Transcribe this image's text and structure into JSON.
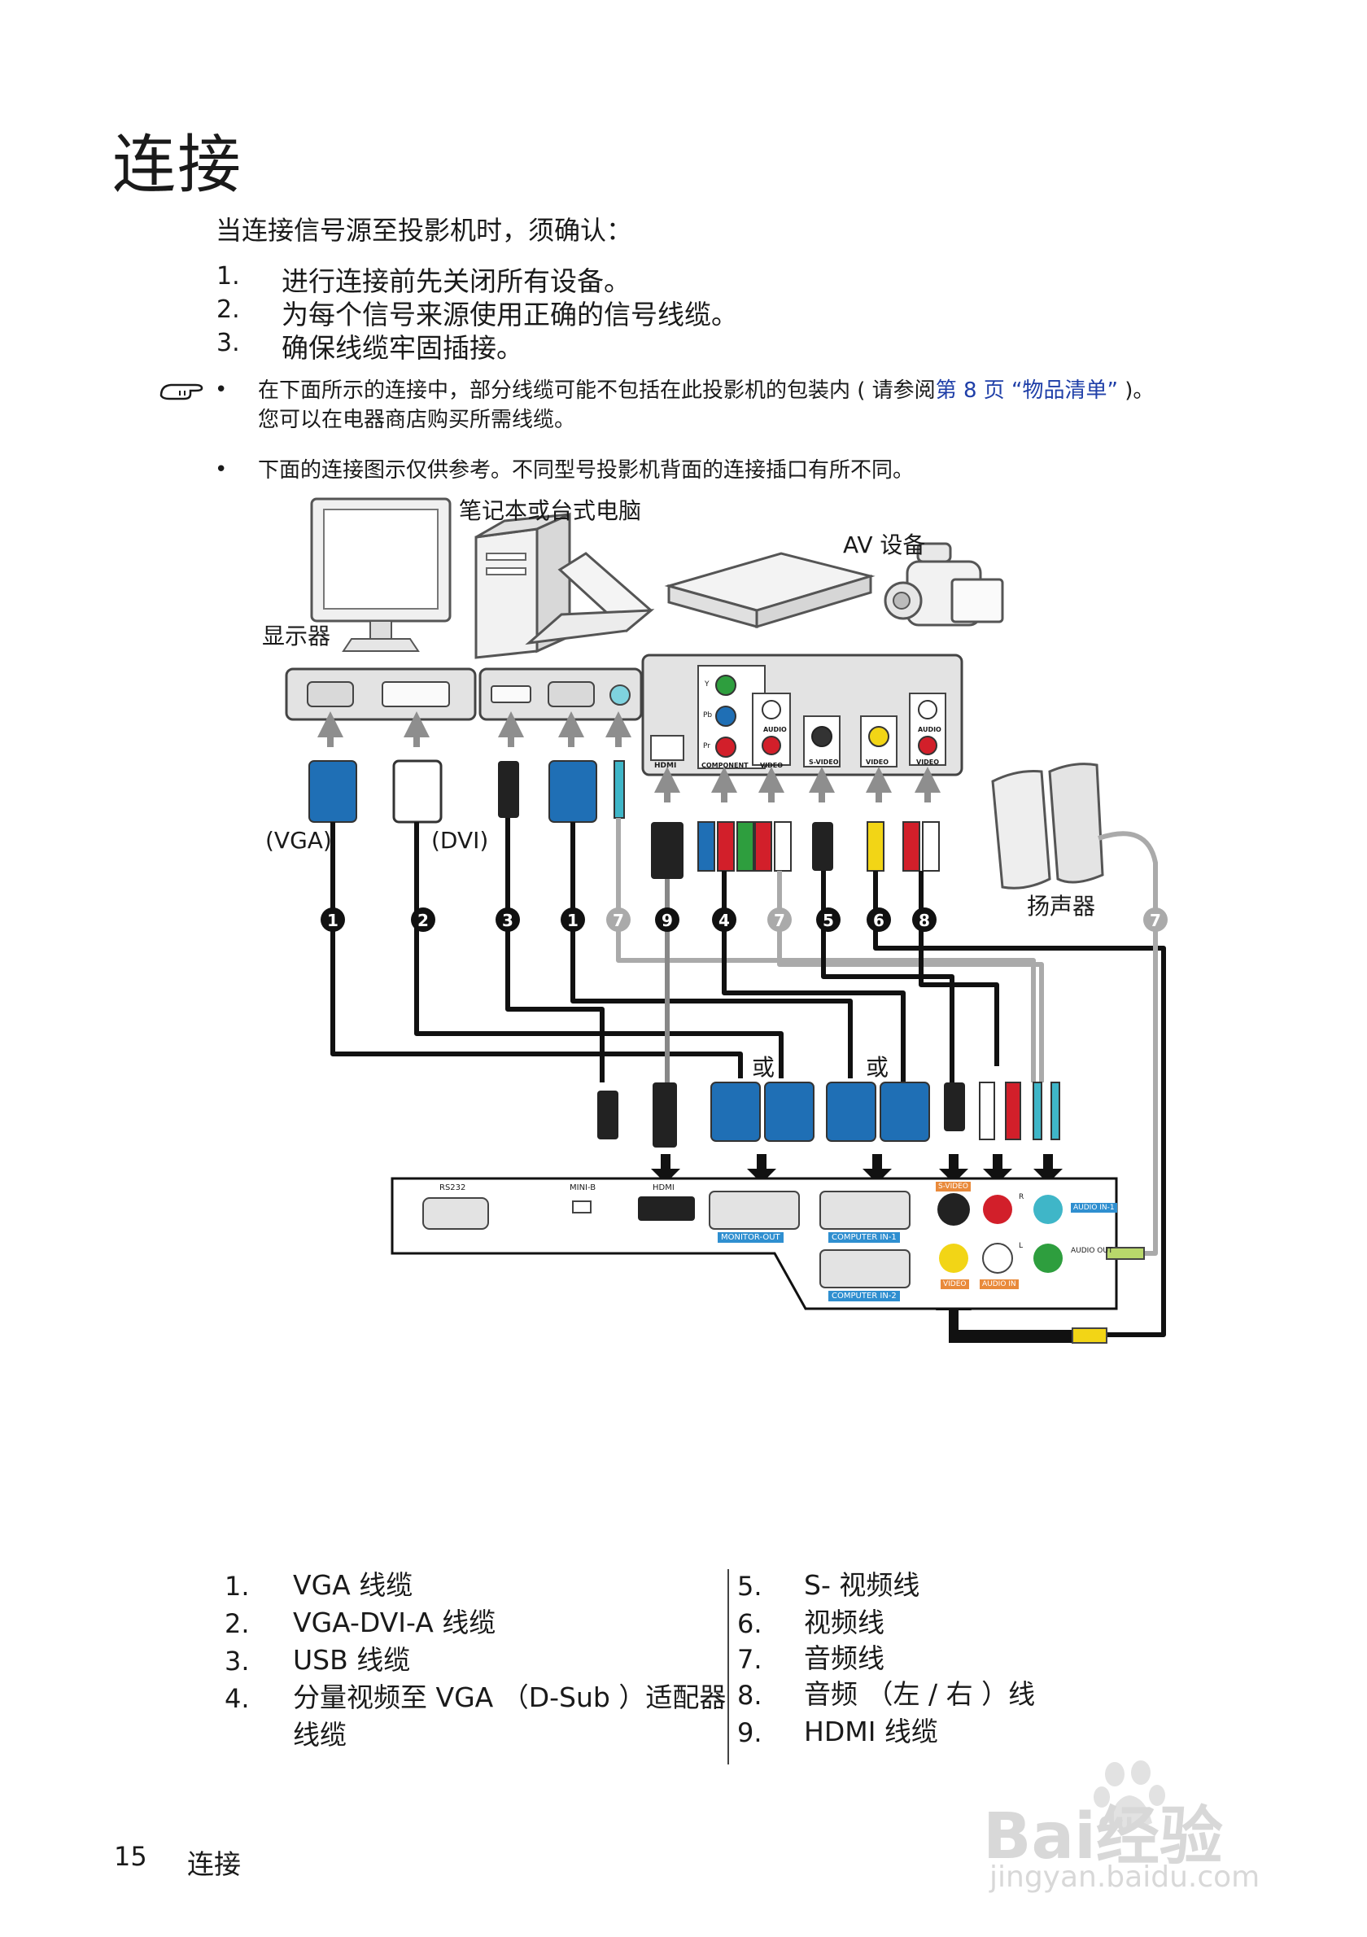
{
  "page": {
    "title": "连接",
    "intro": "当连接信号源至投影机时，须确认：",
    "steps": [
      {
        "num": "1.",
        "text": "进行连接前先关闭所有设备。"
      },
      {
        "num": "2.",
        "text": "为每个信号来源使用正确的信号线缆。"
      },
      {
        "num": "3.",
        "text": "确保线缆牢固插接。"
      }
    ],
    "notes": {
      "bullet": "•",
      "note1_pre": "在下面所示的连接中，部分线缆可能不包括在此投影机的包装内 ( 请参阅",
      "note1_link": "第 8 页 “物品清单”",
      "note1_post": " )。",
      "note1_line2": "您可以在电器商店购买所需线缆。",
      "note2": "下面的连接图示仅供参考。不同型号投影机背面的连接插口有所不同。"
    }
  },
  "diagram": {
    "labels": {
      "pc": "笔记本或台式电脑",
      "av": "AV 设备",
      "monitor": "显示器",
      "speakers": "扬声器",
      "vga": "(VGA)",
      "dvi": "(DVI)",
      "or1": "或",
      "or2": "或"
    },
    "source_ports": {
      "hdmi": "HDMI",
      "component": "COMPONENT",
      "video": "VIDEO",
      "audio": "AUDIO",
      "svideo": "S-VIDEO",
      "y": "Y",
      "pb": "Pb",
      "pr": "Pr"
    },
    "cable_markers": [
      "1",
      "2",
      "3",
      "1",
      "7",
      "9",
      "4",
      "7",
      "5",
      "6",
      "8",
      "7"
    ],
    "projector_ports": {
      "rs232": "RS232",
      "minib": "MINI-B",
      "hdmi": "HDMI",
      "monitor_out": "MONITOR-OUT",
      "computer_in1": "COMPUTER IN-1",
      "computer_in2": "COMPUTER IN-2",
      "svideo": "S-VIDEO",
      "video": "VIDEO",
      "audio_in": "AUDIO IN",
      "audio_in1": "AUDIO IN-1",
      "audio_out": "AUDIO OUT",
      "r": "R",
      "l": "L"
    },
    "colors": {
      "vga_blue": "#1f6fb5",
      "green": "#2e9e3e",
      "red": "#d21f2a",
      "yellow": "#f2d516",
      "cyan": "#3fb6c8",
      "arrow_gray": "#8e8e8e",
      "panel_gray": "#e3e3e3",
      "orange_tag": "#e98a3b",
      "port_blue_tag": "#2f8fd0"
    }
  },
  "legend": {
    "left": [
      {
        "num": "1.",
        "text": "VGA 线缆"
      },
      {
        "num": "2.",
        "text": "VGA-DVI-A 线缆"
      },
      {
        "num": "3.",
        "text": "USB 线缆"
      },
      {
        "num": "4.",
        "text": "分量视频至 VGA （D-Sub ）适配器",
        "text2": "线缆"
      }
    ],
    "right": [
      {
        "num": "5.",
        "text": "S- 视频线"
      },
      {
        "num": "6.",
        "text": "视频线"
      },
      {
        "num": "7.",
        "text": "音频线"
      },
      {
        "num": "8.",
        "text": "音频 （左 / 右 ）线"
      },
      {
        "num": "9.",
        "text": "HDMI 线缆"
      }
    ]
  },
  "footer": {
    "page_num": "15",
    "section": "连接"
  },
  "watermark": {
    "main": "Bai经验",
    "du": "du",
    "url": "jingyan.baidu.com"
  }
}
